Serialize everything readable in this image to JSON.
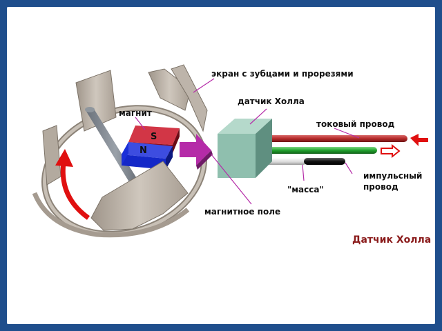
{
  "labels": {
    "screen": "экран с зубцами и прорезями",
    "hall_sensor": "датчик Холла",
    "magnet": "магнит",
    "current_wire": "токовый провод",
    "pulse_wire_line1": "импульсный",
    "pulse_wire_line2": "провод",
    "ground": "\"масса\"",
    "magnetic_field": "магнитное поле",
    "title": "Датчик Холла",
    "magnet_south": "S",
    "magnet_north": "N"
  },
  "colors": {
    "frame": "#1f4e8c",
    "screen": "#b9b0a6",
    "sensor": "#8fbfae",
    "magnet_south": "#b0172b",
    "magnet_north": "#1428c8",
    "current_wire": "#b52a2a",
    "pulse_wire": "#22a22e",
    "ground_wire": "#d8d8d8",
    "field_arrow": "#b52ba8",
    "rotation_arrow": "#e01010",
    "title": "#8b1c1c"
  }
}
